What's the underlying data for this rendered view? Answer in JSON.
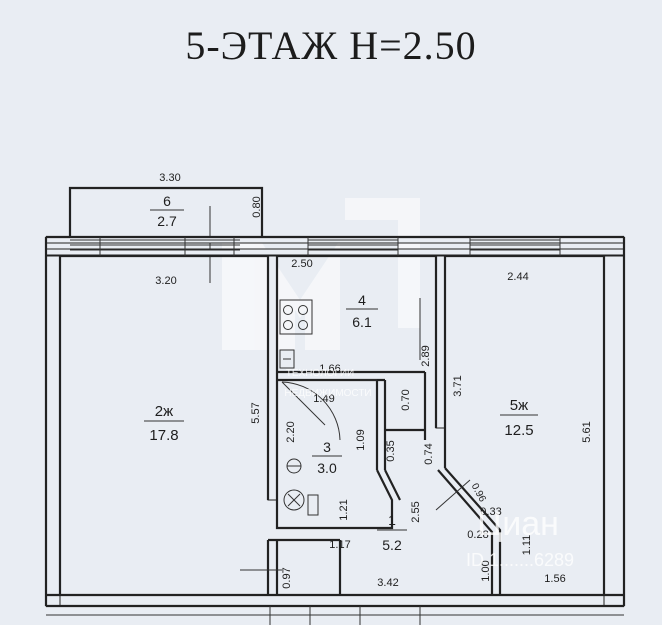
{
  "title": "5-ЭТАЖ  H=2.50",
  "rooms": {
    "r6": {
      "number": "6",
      "area": "2.7"
    },
    "r4": {
      "number": "4",
      "area": "6.1"
    },
    "r2": {
      "number": "2ж",
      "area": "17.8"
    },
    "r3": {
      "number": "3",
      "area": "3.0"
    },
    "r5": {
      "number": "5ж",
      "area": "12.5"
    },
    "r1": {
      "number": "1",
      "area": "5.2"
    }
  },
  "dimensions": {
    "d330": "3.30",
    "d080": "0.80",
    "d320": "3.20",
    "d250": "2.50",
    "d244": "2.44",
    "d557": "5.57",
    "d166": "1.66",
    "d289": "2.89",
    "d371": "3.71",
    "d561": "5.61",
    "d149": "1.49",
    "d070": "0.70",
    "d220": "2.20",
    "d109": "1.09",
    "d035": "0.35",
    "d074": "0.74",
    "d096": "0.96",
    "d033": "0.33",
    "d255": "2.55",
    "d121": "1.21",
    "d028": "0.28",
    "d117": "1.17",
    "d111": "1.11",
    "d097": "0.97",
    "d100": "1.00",
    "d342": "3.42",
    "d156": "1.56"
  },
  "watermarks": {
    "m2_line1": "ТЕХНОЛОГИИ",
    "m2_line2": "НЕДВИЖИМОСТИ",
    "cian": "Циан",
    "cian_id": "ID 1.......6289"
  }
}
